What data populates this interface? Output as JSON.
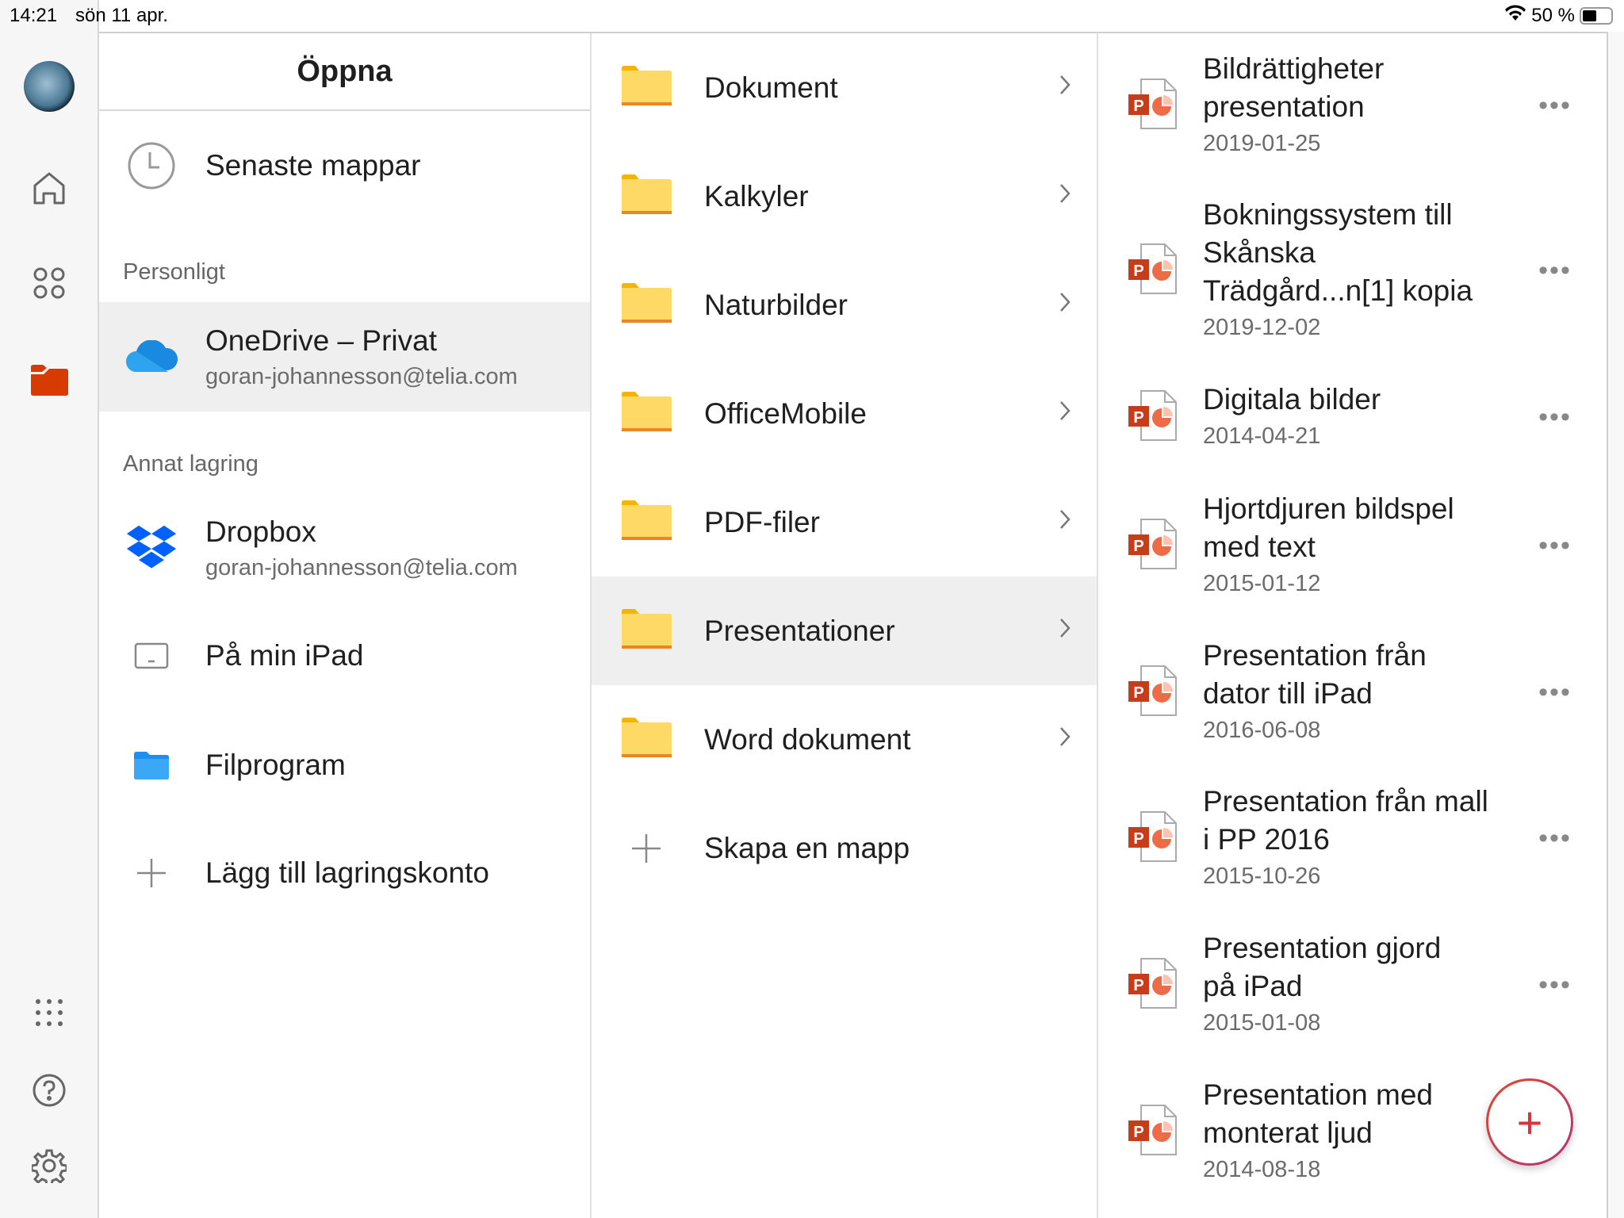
{
  "status": {
    "time": "14:21",
    "date": "sön 11 apr.",
    "battery": "50 %",
    "battery_level": 0.5
  },
  "panel1": {
    "title": "Öppna",
    "recent": "Senaste mappar",
    "section_personal": "Personligt",
    "onedrive": {
      "title": "OneDrive – Privat",
      "email": "goran-johannesson@telia.com"
    },
    "section_other": "Annat lagring",
    "dropbox": {
      "title": "Dropbox",
      "email": "goran-johannesson@telia.com"
    },
    "ipad": "På min iPad",
    "files_app": "Filprogram",
    "add_storage": "Lägg till lagringskonto"
  },
  "folders": [
    {
      "name": "Dokument",
      "selected": false
    },
    {
      "name": "Kalkyler",
      "selected": false
    },
    {
      "name": "Naturbilder",
      "selected": false
    },
    {
      "name": "OfficeMobile",
      "selected": false
    },
    {
      "name": "PDF-filer",
      "selected": false
    },
    {
      "name": "Presentationer",
      "selected": true
    },
    {
      "name": "Word dokument",
      "selected": false
    }
  ],
  "create_folder": "Skapa en mapp",
  "files": [
    {
      "lines": [
        "Bildrättigheter",
        "presentation"
      ],
      "date": "2019-01-25"
    },
    {
      "lines": [
        "Bokningssystem till",
        "Skånska",
        "Trädgård...n[1] kopia"
      ],
      "date": "2019-12-02"
    },
    {
      "lines": [
        "Digitala bilder"
      ],
      "date": "2014-04-21"
    },
    {
      "lines": [
        "Hjortdjuren bildspel",
        "med text"
      ],
      "date": "2015-01-12"
    },
    {
      "lines": [
        "Presentation från",
        "dator till iPad"
      ],
      "date": "2016-06-08"
    },
    {
      "lines": [
        "Presentation från mall",
        "i PP 2016"
      ],
      "date": "2015-10-26"
    },
    {
      "lines": [
        "Presentation gjord",
        "på iPad"
      ],
      "date": "2015-01-08"
    },
    {
      "lines": [
        "Presentation med",
        "monterat ljud"
      ],
      "date": "2014-08-18"
    }
  ],
  "more_label": "•••",
  "fab_label": "+",
  "colors": {
    "accent": "#d83b01",
    "highlight": "#efefef",
    "folder": "#ffd966",
    "ppt": "#c43e1c"
  }
}
